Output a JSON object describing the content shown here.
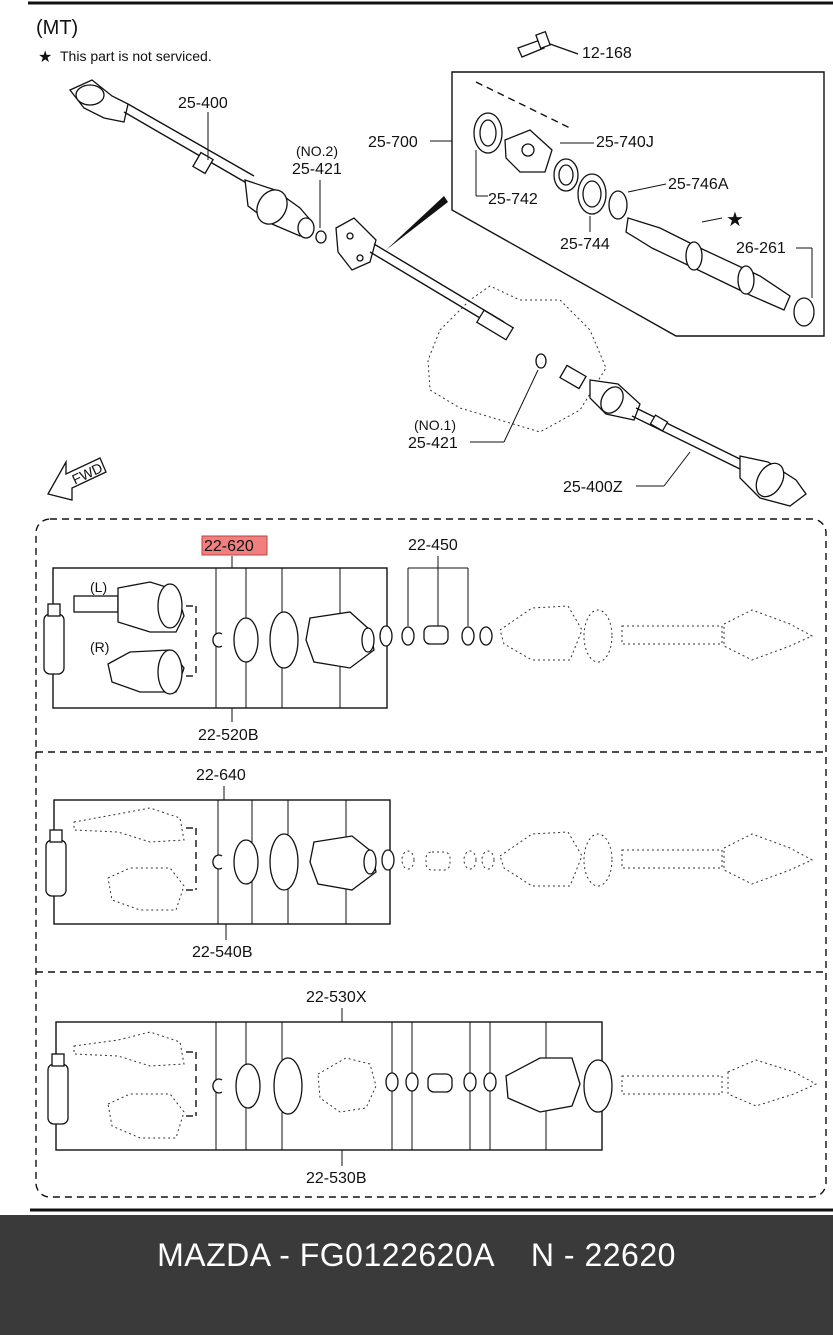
{
  "diagram": {
    "variant": "(MT)",
    "note_symbol": "★",
    "note": "This part is not serviced.",
    "fwd": "FWD",
    "labels": {
      "p12_168": "12-168",
      "p25_400": "25-400",
      "p25_700": "25-700",
      "p25_740dj": "25-740J",
      "p25_742": "25-742",
      "p25_746a": "25-746A",
      "p25_744": "25-744",
      "p26_261": "26-261",
      "no2": "(NO.2)",
      "p25_421_a": "25-421",
      "no1": "(NO.1)",
      "p25_421_b": "25-421",
      "p25_400z": "25-400Z",
      "p22_620": "22-620",
      "p22_450": "22-450",
      "p22_520b": "22-520B",
      "left": "(L)",
      "right": "(R)",
      "p22_640": "22-640",
      "p22_540b": "22-540B",
      "p22_530x": "22-530X",
      "p22_530b": "22-530B"
    },
    "highlight_color": "#f08080"
  },
  "footer": {
    "brand": "MAZDA",
    "part_number": "FG0122620A",
    "catalog_code": "N - 22620"
  }
}
